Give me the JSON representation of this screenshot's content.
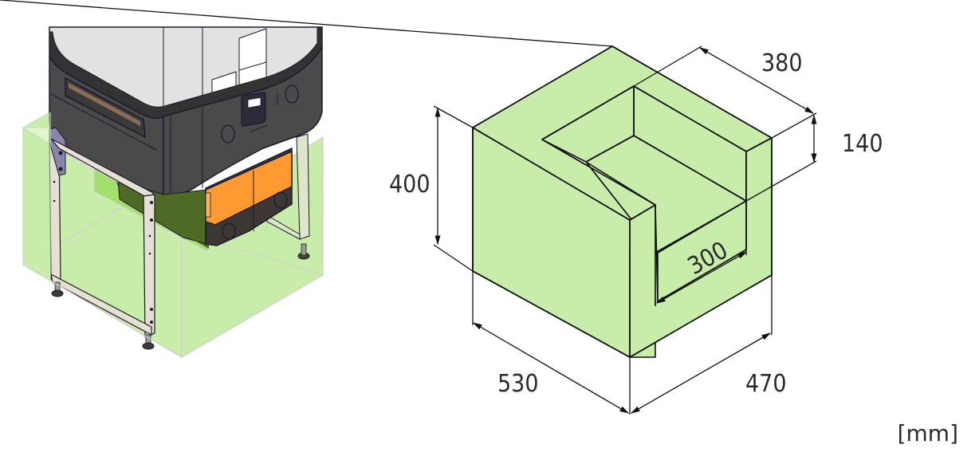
{
  "figure": {
    "title": "Installation clearance dimensions",
    "units_label": "[mm]",
    "colors": {
      "clearance_fill": "#c8ecaa",
      "clearance_edge": "#d0d0d0",
      "outline": "#111111",
      "machine_body": "#4a4a4a",
      "machine_top": "#e2e2e2",
      "machine_accent": "#ff9a33",
      "stand_frame": "#e6e0d2"
    }
  },
  "left_illustration": {
    "description": "Machine on stand with green clearance volume",
    "parts": [
      "machine-housing",
      "top-cover",
      "front-panel",
      "display-window",
      "orange-drawer",
      "stand-frame",
      "leveling-feet",
      "clearance-volume"
    ]
  },
  "dimensions": {
    "height_total": "400",
    "width_left": "530",
    "depth_right": "470",
    "notch_depth": "380",
    "notch_height": "140",
    "notch_width": "300"
  }
}
